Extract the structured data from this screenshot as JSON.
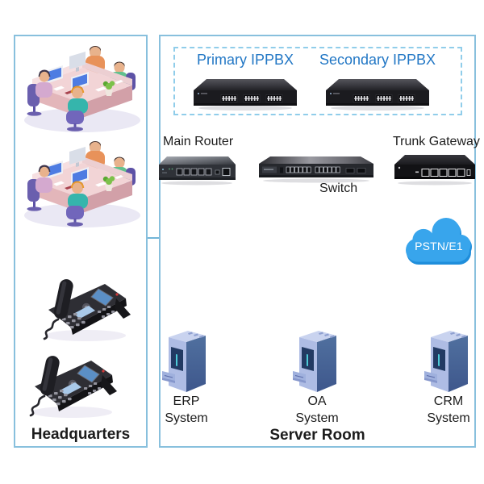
{
  "headquarters": {
    "label": "Headquarters"
  },
  "server_room": {
    "label": "Server Room",
    "pbx_cluster": {
      "primary_label": "Primary IPPBX",
      "secondary_label": "Secondary IPPBX"
    },
    "main_router_label": "Main Router",
    "switch_label": "Switch",
    "trunk_gateway_label": "Trunk Gateway",
    "pstn_cloud_label": "PSTN/E1",
    "servers": [
      {
        "name": "ERP",
        "type": "System"
      },
      {
        "name": "OA",
        "type": "System"
      },
      {
        "name": "CRM",
        "type": "System"
      }
    ]
  },
  "colors": {
    "line": "#72b5d8",
    "box_border": "#88c0dd",
    "dashed_border": "#90cdea",
    "pbx_label": "#2277c5",
    "cloud_fill": "#38a5ec",
    "cloud_shadow": "#1f8edb",
    "label_text": "#1c1c1c"
  }
}
